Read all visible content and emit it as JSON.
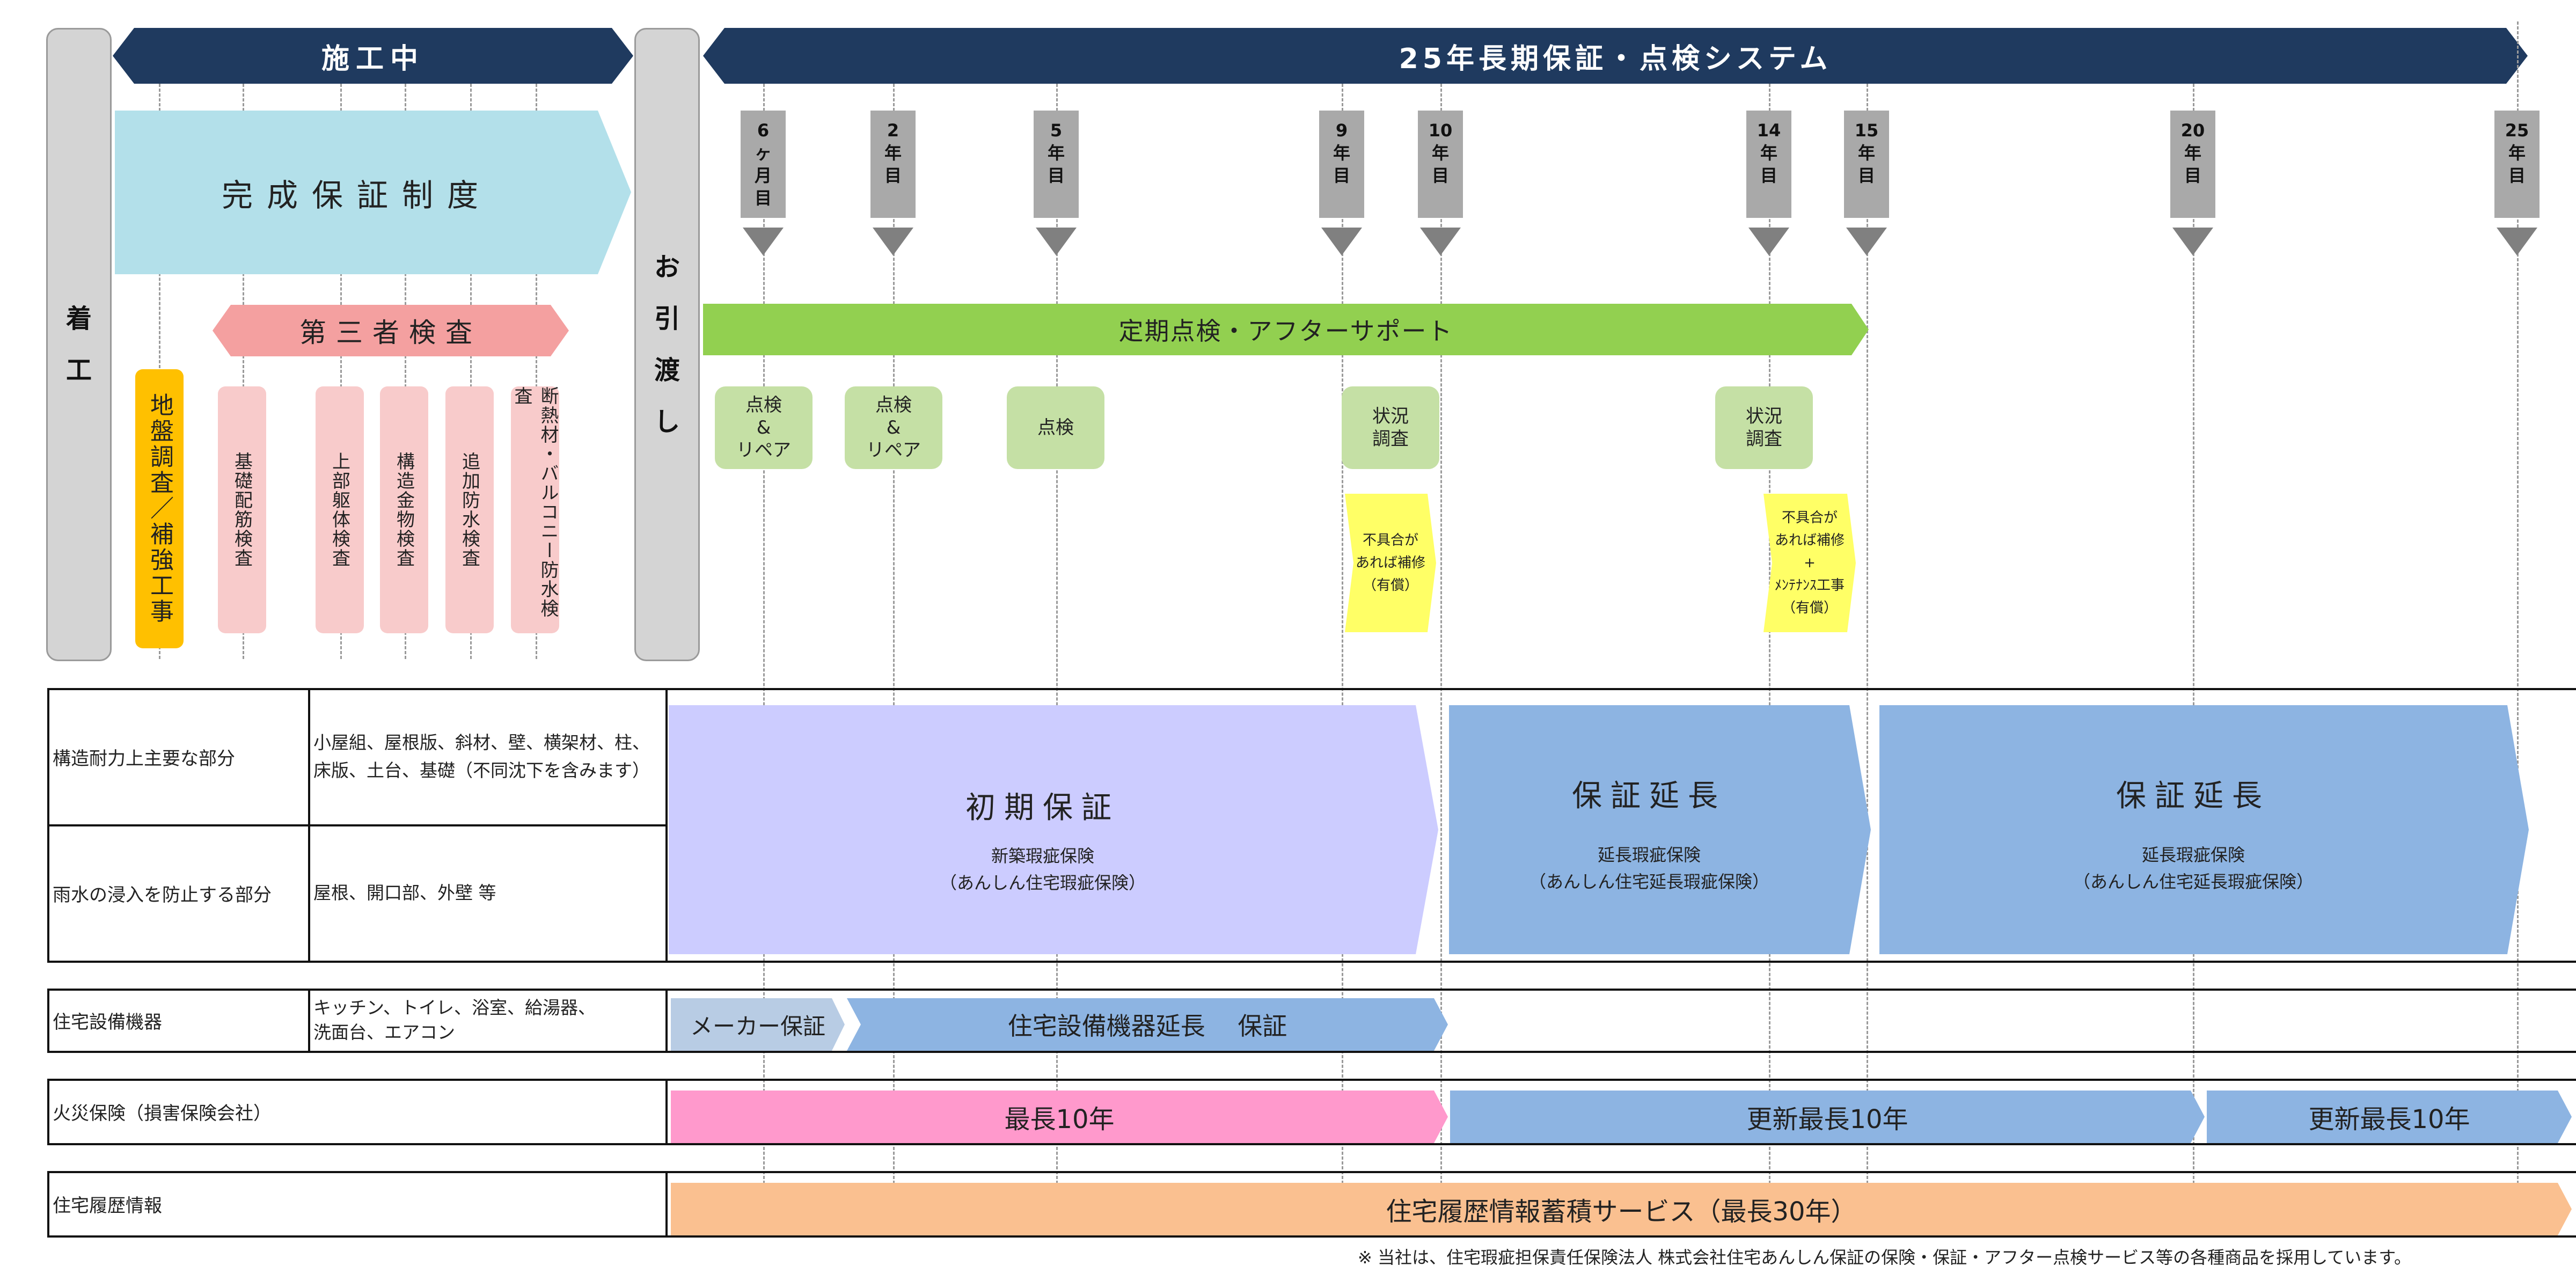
{
  "headers": {
    "construction": "施工中",
    "system": "25年長期保証・点検システム"
  },
  "pillars": {
    "start": [
      "着",
      "工"
    ],
    "handover": [
      "お",
      "引",
      "渡",
      "し"
    ]
  },
  "top": {
    "completion_guarantee": "完成保証制度",
    "third_party": "第三者検査",
    "regular": "定期点検・アフターサポート"
  },
  "inspections": [
    {
      "label": "地盤調査／補強工事",
      "color": "#ffc000"
    },
    {
      "label": "基礎配筋検査",
      "color": "#f8cbcb"
    },
    {
      "label": "上部躯体検査",
      "color": "#f8cbcb"
    },
    {
      "label": "構造金物検査",
      "color": "#f8cbcb"
    },
    {
      "label": "追加防水検査",
      "color": "#f8cbcb"
    },
    {
      "label": "断熱材・バルコニー防水検査",
      "color": "#f8cbcb"
    }
  ],
  "milestones": [
    {
      "lines": [
        "6",
        "ヶ",
        "月",
        "目"
      ]
    },
    {
      "lines": [
        "2",
        "年",
        "目"
      ]
    },
    {
      "lines": [
        "5",
        "年",
        "目"
      ]
    },
    {
      "lines": [
        "9",
        "年",
        "目"
      ]
    },
    {
      "lines": [
        "10",
        "年",
        "目"
      ]
    },
    {
      "lines": [
        "14",
        "年",
        "目"
      ]
    },
    {
      "lines": [
        "15",
        "年",
        "目"
      ]
    },
    {
      "lines": [
        "20",
        "年",
        "目"
      ]
    },
    {
      "lines": [
        "25",
        "年",
        "目"
      ]
    }
  ],
  "checks": [
    {
      "text": "点検\n&\nリペア"
    },
    {
      "text": "点検\n&\nリペア"
    },
    {
      "text": "点検"
    },
    {
      "text": "状況\n調査"
    },
    {
      "text": "状況\n調査"
    }
  ],
  "repairs": [
    {
      "text": "不具合が\nあれば補修\n（有償）"
    },
    {
      "text": "不具合が\nあれば補修\n+\nﾒﾝﾃﾅﾝｽ工事\n（有償）"
    }
  ],
  "table": {
    "rows": [
      {
        "label": "構造耐力上主要な部分",
        "detail": "小屋組、屋根版、斜材、壁、横架材、柱、\n床版、土台、基礎（不同沈下を含みます）"
      },
      {
        "label": "雨水の浸入を防止する部分",
        "detail": "屋根、開口部、外壁 等"
      },
      {
        "label": "住宅設備機器",
        "detail": "キッチン、トイレ、浴室、給湯器、\n洗面台、エアコン"
      },
      {
        "label": "火災保険（損害保険会社）",
        "detail": ""
      },
      {
        "label": "住宅履歴情報",
        "detail": ""
      }
    ]
  },
  "warranty": {
    "initial_title": "初期保証",
    "initial_sub": "新築瑕疵保険\n（あんしん住宅瑕疵保険）",
    "ext1_title": "保証延長",
    "ext1_sub": "延長瑕疵保険\n（あんしん住宅延長瑕疵保険）",
    "ext2_title": "保証延長",
    "ext2_sub": "延長瑕疵保険\n（あんしん住宅延長瑕疵保険）"
  },
  "equipment": {
    "maker": "メーカー保証",
    "extended": "住宅設備機器延長　 保証"
  },
  "fire": {
    "first": "最長10年",
    "renew1": "更新最長10年",
    "renew2": "更新最長10年"
  },
  "history": {
    "service": "住宅履歴情報蓄積サービス（最長30年）"
  },
  "footnote": "※ 当社は、住宅瑕疵担保責任保険法人 株式会社住宅あんしん保証の保険・保証・アフター点検サービス等の各種商品を採用しています。"
}
